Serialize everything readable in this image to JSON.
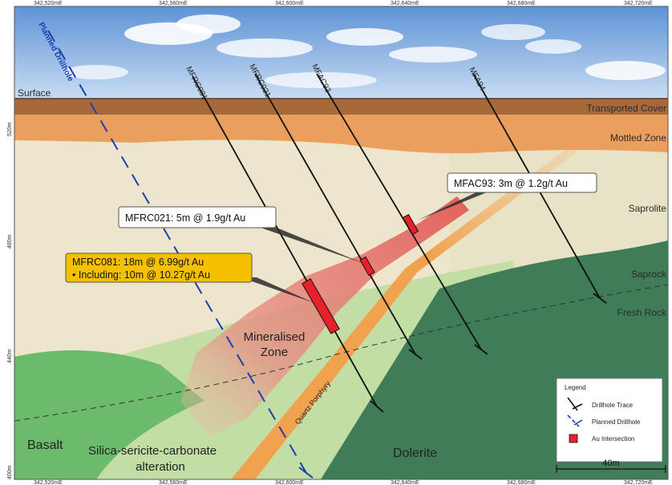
{
  "easting_labels": [
    "342,520mE",
    "342,560mE",
    "342,600mE",
    "342,640mE",
    "342,680mE",
    "342,720mE"
  ],
  "rl_labels": [
    "520m",
    "480m",
    "440m",
    "400m"
  ],
  "layers": {
    "surface": "Surface",
    "transported_cover": "Transported Cover",
    "mottled_zone": "Mottled Zone",
    "saprolite": "Saprolite",
    "saprock": "Saprock",
    "fresh_rock": "Fresh Rock"
  },
  "rock_units": {
    "basalt": "Basalt",
    "alteration_line1": "Silica-sericite-carbonate",
    "alteration_line2": "alteration",
    "dolerite": "Dolerite",
    "quartz_porphyry": "Quartz Porphyry",
    "mineralised_line1": "Mineralised",
    "mineralised_line2": "Zone"
  },
  "drillholes": [
    "MFRC081",
    "MFRC021",
    "MFAC93",
    "MFA94"
  ],
  "planned_drillhole": "Planned Drillhole",
  "callouts": {
    "mfac93": "MFAC93: 3m @ 1.2g/t Au",
    "mfrc021": "MFRC021: 5m @ 1.9g/t Au",
    "mfrc081_line1": "MFRC081: 18m @ 6.99g/t Au",
    "mfrc081_line2": "• Including: 10m @ 10.27g/t Au"
  },
  "legend": {
    "title": "Legend",
    "drillhole_trace": "Drillhole Trace",
    "planned_drillhole": "Planned Drillhole",
    "au_intersection": "Au Intersection"
  },
  "scale_bar": "40m",
  "colors": {
    "sky": "#8fb5e3",
    "transported_cover": "#a8693a",
    "mottled_zone": "#eb9f5e",
    "saprolite": "#ede7cf",
    "basalt": "#6bbb6b",
    "alteration": "#c6dfa9",
    "dolerite": "#3e7a55",
    "porphyry": "#f1a24f",
    "mineralised": "#e67a72",
    "intersection": "#e8202a",
    "planned": "#1a3fb0",
    "callout_highlight": "#f5c000"
  }
}
